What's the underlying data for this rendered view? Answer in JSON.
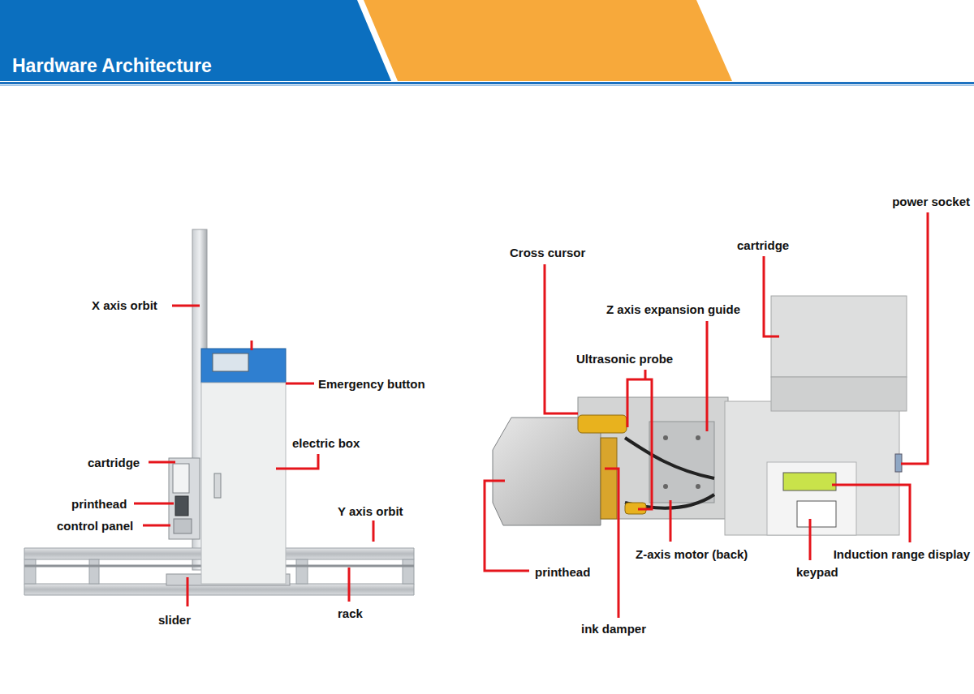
{
  "diagram": {
    "title": "Hardware Architecture",
    "labels": [
      "X axis orbit",
      "Emergency button",
      "electric box",
      "cartridge",
      "printhead",
      "control panel",
      "Y axis orbit",
      "slider",
      "rack",
      "power socket",
      "cartridge",
      "Cross cursor",
      "Z axis expansion guide",
      "Ultrasonic probe",
      "printhead",
      "Z-axis motor (back)",
      "Induction range display",
      "keypad",
      "ink damper"
    ]
  }
}
